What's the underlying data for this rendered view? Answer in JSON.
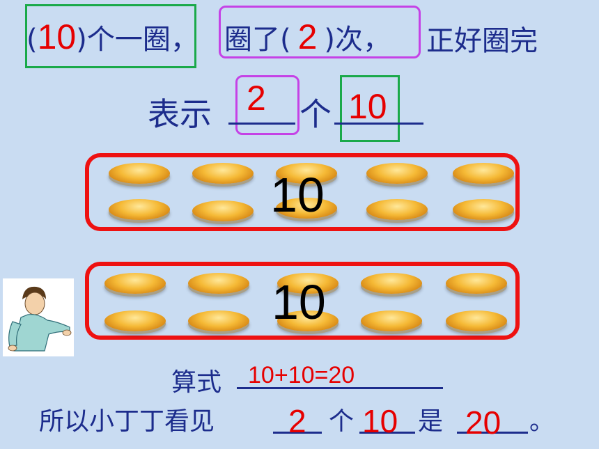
{
  "top": {
    "open_paren": "(",
    "group_size": "10",
    "close_paren_text": ")个一圈，",
    "circled_prefix": "圈了(",
    "circle_count": "2",
    "circled_suffix": ")次，",
    "tail": "正好圈完"
  },
  "meaning": {
    "prefix": "表示",
    "groups": "2",
    "middle": "个",
    "unit": "10"
  },
  "rows": [
    {
      "label": "10"
    },
    {
      "label": "10"
    }
  ],
  "equation": {
    "prefix": "算式",
    "formula": "10+10=20"
  },
  "conclusion": {
    "prefix": "所以小丁丁看见",
    "groups": "2",
    "middle": "个",
    "unit": "10",
    "is_text": "是",
    "total": "20",
    "end": "。"
  }
}
